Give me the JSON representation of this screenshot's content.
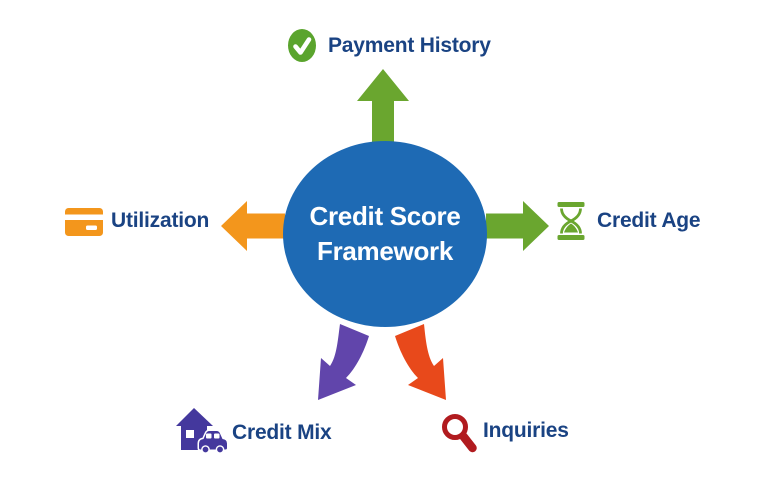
{
  "center": {
    "full_title": "Credit Score Framework",
    "line1": "Credit Score",
    "line2": "Framework"
  },
  "factors": [
    {
      "label": "Payment History",
      "icon": "check-circle-icon",
      "position": "top",
      "arrow_color": "#6aa62f",
      "icon_color": "#5aa42d"
    },
    {
      "label": "Utilization",
      "icon": "credit-card-icon",
      "position": "left",
      "arrow_color": "#f3961c",
      "icon_color": "#f3961c"
    },
    {
      "label": "Credit Age",
      "icon": "hourglass-icon",
      "position": "right",
      "arrow_color": "#6aa62f",
      "icon_color": "#6aa62f"
    },
    {
      "label": "Credit Mix",
      "icon": "house-car-icon",
      "position": "bottom-left",
      "arrow_color": "#6145ab",
      "icon_color": "#44389d"
    },
    {
      "label": "Inquiries",
      "icon": "magnifier-icon",
      "position": "bottom-right",
      "arrow_color": "#e8491b",
      "icon_color": "#b11b1f"
    }
  ],
  "colors": {
    "center_circle": "#1e6ab4",
    "center_text": "#ffffff",
    "label_text": "#1a4383",
    "green": "#6aa62f",
    "orange": "#f3961c",
    "purple_arrow": "#6145ab",
    "purple_icon": "#44389d",
    "red_arrow": "#e8491b",
    "red_icon": "#b11b1f",
    "background": "#ffffff"
  }
}
